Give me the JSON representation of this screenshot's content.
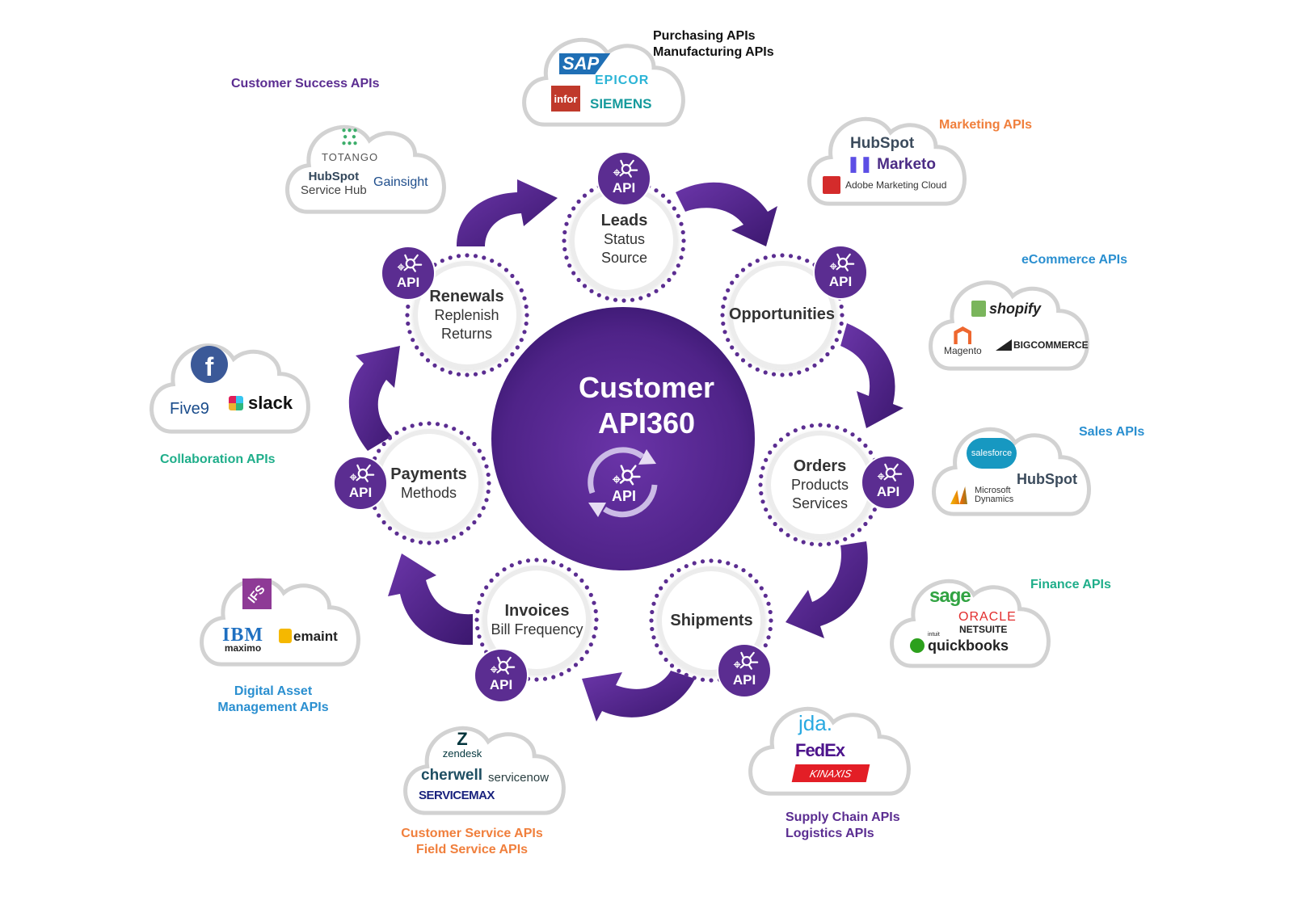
{
  "hub": {
    "title_line1": "Customer",
    "title_line2": "API360",
    "icon_label": "API"
  },
  "stages": [
    {
      "id": "leads",
      "title": "Leads",
      "lines": [
        "Status",
        "Source"
      ],
      "badge": "API"
    },
    {
      "id": "opportunities",
      "title": "Opportunities",
      "lines": [],
      "badge": "API"
    },
    {
      "id": "orders",
      "title": "Orders",
      "lines": [
        "Products",
        "Services"
      ],
      "badge": "API"
    },
    {
      "id": "shipments",
      "title": "Shipments",
      "lines": [],
      "badge": "API"
    },
    {
      "id": "invoices",
      "title": "Invoices",
      "lines": [
        "Bill Frequency"
      ],
      "badge": "API"
    },
    {
      "id": "payments",
      "title": "Payments",
      "lines": [
        "Methods"
      ],
      "badge": "API"
    },
    {
      "id": "renewals",
      "title": "Renewals",
      "lines": [
        "Replenish",
        "Returns"
      ],
      "badge": "API"
    }
  ],
  "categories": [
    {
      "id": "purchasing",
      "labels": [
        "Purchasing APIs",
        "Manufacturing APIs"
      ],
      "color": "#111111",
      "vendors": [
        "SAP",
        "EPICOR",
        "infor",
        "SIEMENS"
      ]
    },
    {
      "id": "marketing",
      "labels": [
        "Marketing APIs"
      ],
      "color": "#f07f3c",
      "vendors": [
        "HubSpot",
        "Marketo",
        "Adobe Marketing Cloud"
      ]
    },
    {
      "id": "ecommerce",
      "labels": [
        "eCommerce APIs"
      ],
      "color": "#2a8fd0",
      "vendors": [
        "shopify",
        "Magento",
        "BIGCOMMERCE"
      ]
    },
    {
      "id": "sales",
      "labels": [
        "Sales APIs"
      ],
      "color": "#2a8fd0",
      "vendors": [
        "salesforce",
        "HubSpot",
        "Microsoft",
        "Dynamics"
      ]
    },
    {
      "id": "finance",
      "labels": [
        "Finance APIs"
      ],
      "color": "#1fae8a",
      "vendors": [
        "sage",
        "ORACLE",
        "NETSUITE",
        "intuit",
        "quickbooks"
      ]
    },
    {
      "id": "supply",
      "labels": [
        "Supply Chain APIs",
        "Logistics APIs"
      ],
      "color": "#5b2d91",
      "vendors": [
        "jda.",
        "FedEx",
        "KINAXIS"
      ]
    },
    {
      "id": "service",
      "labels": [
        "Customer Service APIs",
        "Field Service APIs"
      ],
      "color": "#f07f3c",
      "vendors": [
        "zendesk",
        "cherwell",
        "servicenow",
        "SERVICEMAX"
      ]
    },
    {
      "id": "dam",
      "labels": [
        "Digital Asset",
        "Management APIs"
      ],
      "color": "#2a8fd0",
      "vendors": [
        "IFS",
        "IBM",
        "maximo",
        "emaint"
      ]
    },
    {
      "id": "collab",
      "labels": [
        "Collaboration APIs"
      ],
      "color": "#1fae8a",
      "vendors": [
        "Facebook",
        "Five9",
        "slack"
      ]
    },
    {
      "id": "success",
      "labels": [
        "Customer Success APIs"
      ],
      "color": "#5b2d91",
      "vendors": [
        "TOTANGO",
        "HubSpot",
        "Service Hub",
        "Gainsight"
      ]
    }
  ],
  "colors": {
    "brand_purple": "#5b2d91",
    "dark_purple": "#3d1a6e",
    "stage_text": "#333333",
    "cloud_outline": "#d2d2d2"
  }
}
